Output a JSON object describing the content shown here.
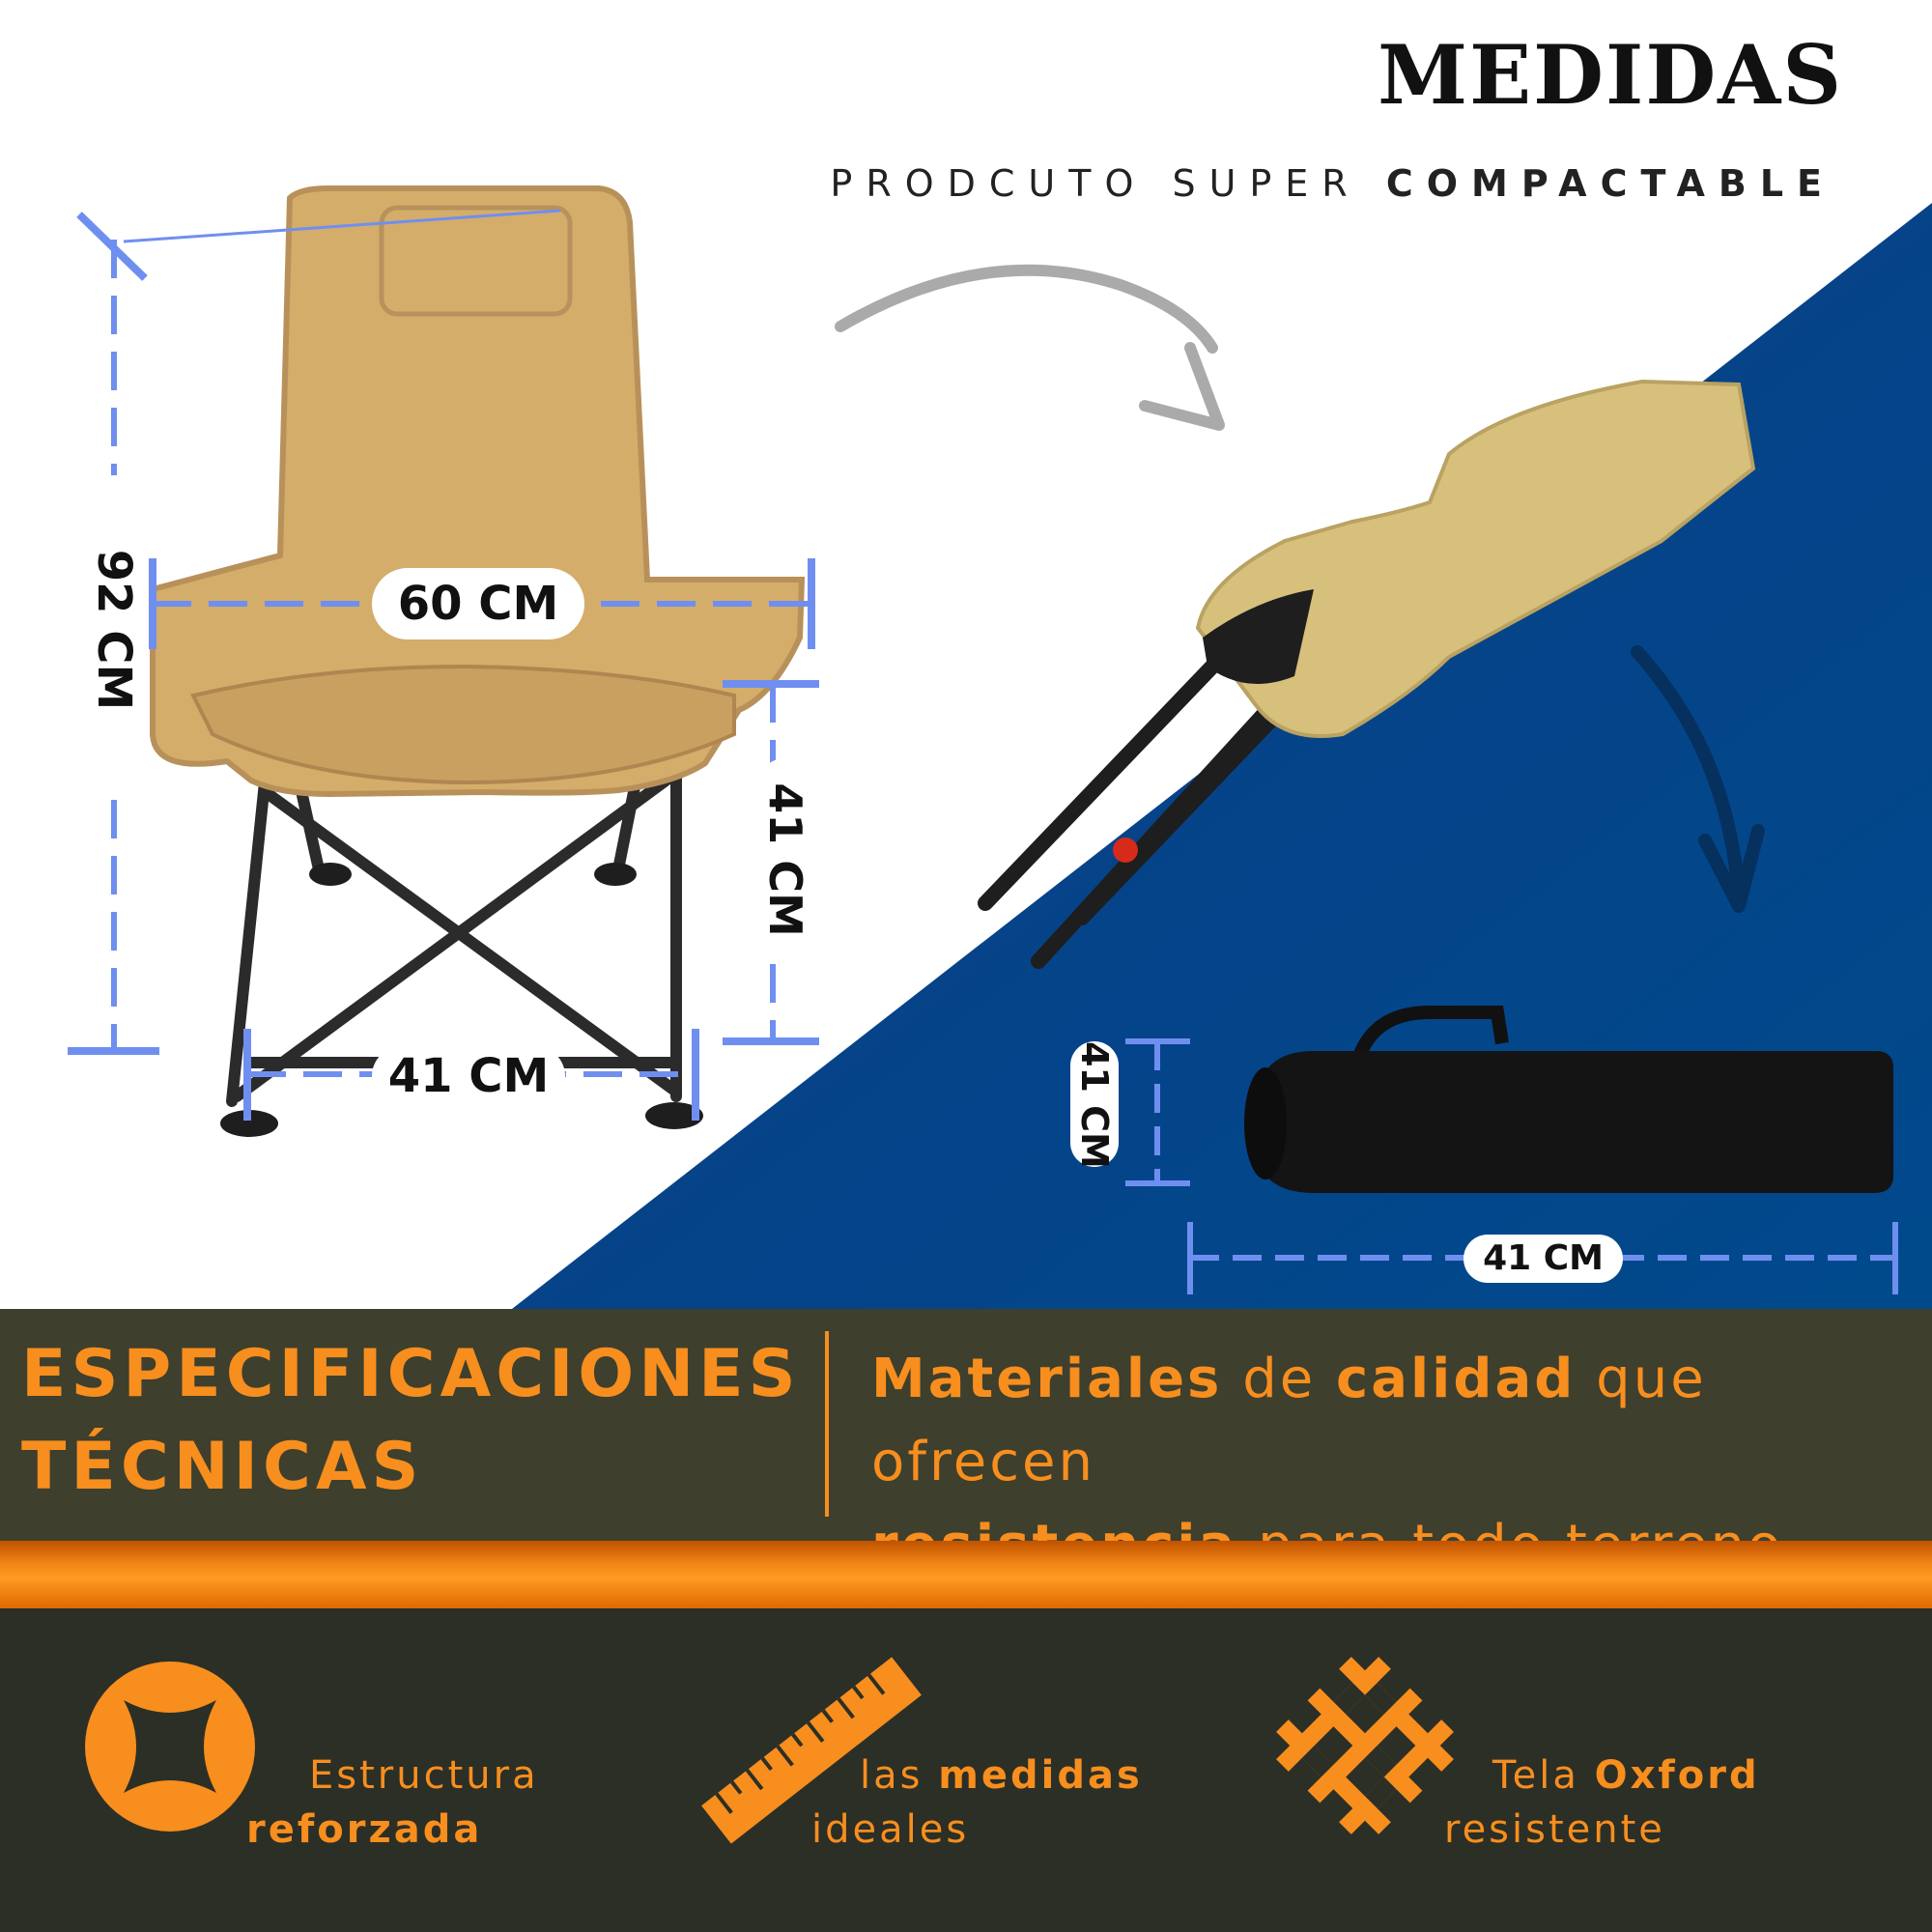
{
  "header": {
    "title": "MEDIDAS",
    "subtitle_light": "PRODCUTO SUPER",
    "subtitle_bold": "COMPACTABLE"
  },
  "dimensions": {
    "width": "60 CM",
    "height": "92 CM",
    "seat_height": "41 CM",
    "base_width": "41 CM",
    "bag_height": "41 CM",
    "bag_length": "41 CM"
  },
  "specs": {
    "title_line1": "ESPECIFICACIONES",
    "title_line2": "TÉCNICAS",
    "desc_w1": "Materiales",
    "desc_w2": "de",
    "desc_w3": "calidad",
    "desc_w4": "que ofrecen",
    "desc_w5": "resistencia",
    "desc_w6": "para todo terreno."
  },
  "features": [
    {
      "line1": "Estructura",
      "line2": "reforzada",
      "icon": "x-cross-circle-icon"
    },
    {
      "line1_light": "las",
      "line1_bold": "medidas",
      "line2": "ideales",
      "icon": "ruler-icon"
    },
    {
      "line1_light": "Tela",
      "line1_bold": "Oxford",
      "line2": "resistente",
      "icon": "weave-fabric-icon"
    }
  ],
  "colors": {
    "accent": "#f78e1e",
    "blue": "#05468a",
    "dim_line": "#6f8ff0",
    "band": "#3e3f2d",
    "footer": "#2c2f26"
  }
}
